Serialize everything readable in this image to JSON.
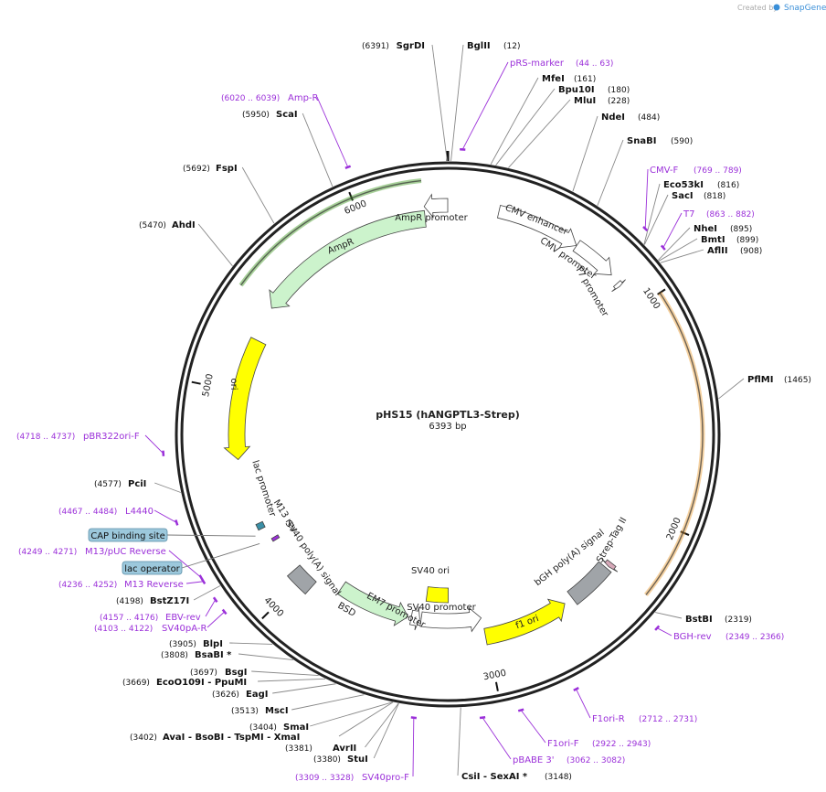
{
  "credit": {
    "prefix": "Created by",
    "brand": "SnapGene"
  },
  "plasmid": {
    "name": "pHS15 (hANGPTL3-Strep)",
    "size_label": "6393 bp",
    "length": 6393
  },
  "ticks": [
    {
      "pos": 1000,
      "label": "1000"
    },
    {
      "pos": 2000,
      "label": "2000"
    },
    {
      "pos": 3000,
      "label": "3000"
    },
    {
      "pos": 4000,
      "label": "4000"
    },
    {
      "pos": 5000,
      "label": "5000"
    },
    {
      "pos": 6000,
      "label": "6000"
    }
  ],
  "features": [
    {
      "name": "AmpR promoter",
      "start": 6288,
      "end": 6393,
      "color": "#ffffff",
      "direction": "reverse"
    },
    {
      "name": "AmpR",
      "start": 5427,
      "end": 6287,
      "color": "#ccf3cc",
      "direction": "reverse"
    },
    {
      "name": "ori",
      "start": 4673,
      "end": 5261,
      "color": "#ffff00",
      "direction": "reverse"
    },
    {
      "name": "CMV enhancer",
      "start": 230,
      "end": 609,
      "color": "#ffffff",
      "direction": "forward"
    },
    {
      "name": "CMV promoter",
      "start": 610,
      "end": 813,
      "color": "#ffffff",
      "direction": "forward"
    },
    {
      "name": "T7 promoter",
      "start": 858,
      "end": 876,
      "color": "#ffffff",
      "direction": "forward"
    },
    {
      "name": "Strep-Tag II",
      "start": 2275,
      "end": 2298,
      "color": "#d6a8b8",
      "direction": "forward"
    },
    {
      "name": "bGH poly(A) signal",
      "start": 2310,
      "end": 2534,
      "color": "#a0a4a8",
      "direction": "none"
    },
    {
      "name": "f1 ori",
      "start": 2580,
      "end": 3008,
      "color": "#ffff00",
      "direction": "reverse"
    },
    {
      "name": "SV40 promoter",
      "start": 3013,
      "end": 3342,
      "color": "#ffffff",
      "direction": "reverse"
    },
    {
      "name": "SV40 ori",
      "start": 3193,
      "end": 3328,
      "color": "#ffff00",
      "direction": "none"
    },
    {
      "name": "EM7 promoter",
      "start": 3350,
      "end": 3397,
      "color": "#ffffff",
      "direction": "reverse"
    },
    {
      "name": "BSD",
      "start": 3415,
      "end": 3813,
      "color": "#ccf3cc",
      "direction": "reverse"
    },
    {
      "name": "SV40 poly(A) signal",
      "start": 3938,
      "end": 4059,
      "color": "#a0a4a8",
      "direction": "none"
    },
    {
      "name": "M13 rev",
      "start": 4236,
      "end": 4252,
      "color": "#9b30d9",
      "direction": "none"
    },
    {
      "name": "lac promoter",
      "start": 4318,
      "end": 4348,
      "color": "#3a8fa6",
      "direction": "none"
    }
  ],
  "insert_arcs": [
    {
      "start": 5430,
      "end": 6287,
      "color": "#3d9a1e"
    },
    {
      "start": 1000,
      "end": 2290,
      "color": "#e89a2c"
    }
  ],
  "enzymes": [
    {
      "name": "SgrDI",
      "pos_label": "(6391)",
      "pos": 6391
    },
    {
      "name": "BglII",
      "pos_label": "(12)",
      "pos": 12
    },
    {
      "name": "MfeI",
      "pos_label": "(161)",
      "pos": 161
    },
    {
      "name": "Bpu10I",
      "pos_label": "(180)",
      "pos": 180
    },
    {
      "name": "MluI",
      "pos_label": "(228)",
      "pos": 228
    },
    {
      "name": "NdeI",
      "pos_label": "(484)",
      "pos": 484
    },
    {
      "name": "SnaBI",
      "pos_label": "(590)",
      "pos": 590
    },
    {
      "name": "Eco53kI",
      "pos_label": "(816)",
      "pos": 816
    },
    {
      "name": "SacI",
      "pos_label": "(818)",
      "pos": 818
    },
    {
      "name": "NheI",
      "pos_label": "(895)",
      "pos": 895
    },
    {
      "name": "BmtI",
      "pos_label": "(899)",
      "pos": 899
    },
    {
      "name": "AflII",
      "pos_label": "(908)",
      "pos": 908
    },
    {
      "name": "PflMI",
      "pos_label": "(1465)",
      "pos": 1465
    },
    {
      "name": "BstBI",
      "pos_label": "(2319)",
      "pos": 2319
    },
    {
      "name": "CsiI - SexAI *",
      "pos_label": "(3148)",
      "pos": 3148
    },
    {
      "name": "StuI",
      "pos_label": "(3380)",
      "pos": 3380
    },
    {
      "name": "AvrII",
      "pos_label": "(3381)",
      "pos": 3381
    },
    {
      "name": "AvaI  - BsoBI  - TspMI  - XmaI",
      "pos_label": "(3402)",
      "pos": 3402
    },
    {
      "name": "SmaI",
      "pos_label": "(3404)",
      "pos": 3404
    },
    {
      "name": "MscI",
      "pos_label": "(3513)",
      "pos": 3513
    },
    {
      "name": "EagI",
      "pos_label": "(3626)",
      "pos": 3626
    },
    {
      "name": "EcoO109I  - PpuMI",
      "pos_label": "(3669)",
      "pos": 3669
    },
    {
      "name": "BsgI",
      "pos_label": "(3697)",
      "pos": 3697
    },
    {
      "name": "BsaBI *",
      "pos_label": "(3808)",
      "pos": 3808
    },
    {
      "name": "BlpI",
      "pos_label": "(3905)",
      "pos": 3905
    },
    {
      "name": "BstZ17I",
      "pos_label": "(4198)",
      "pos": 4198
    },
    {
      "name": "PciI",
      "pos_label": "(4577)",
      "pos": 4577
    },
    {
      "name": "AhdI",
      "pos_label": "(5470)",
      "pos": 5470
    },
    {
      "name": "FspI",
      "pos_label": "(5692)",
      "pos": 5692
    },
    {
      "name": "ScaI",
      "pos_label": "(5950)",
      "pos": 5950
    }
  ],
  "primers": [
    {
      "name": "pRS-marker",
      "pos_label": "(44 .. 63)",
      "pos": 53
    },
    {
      "name": "CMV-F",
      "pos_label": "(769 .. 789)",
      "pos": 779
    },
    {
      "name": "T7",
      "pos_label": "(863 .. 882)",
      "pos": 872
    },
    {
      "name": "BGH-rev",
      "pos_label": "(2349 .. 2366)",
      "pos": 2357
    },
    {
      "name": "F1ori-R",
      "pos_label": "(2712 .. 2731)",
      "pos": 2721
    },
    {
      "name": "F1ori-F",
      "pos_label": "(2922 .. 2943)",
      "pos": 2932
    },
    {
      "name": "pBABE 3'",
      "pos_label": "(3062 .. 3082)",
      "pos": 3072
    },
    {
      "name": "SV40pro-F",
      "pos_label": "(3309 .. 3328)",
      "pos": 3318
    },
    {
      "name": "SV40pA-R",
      "pos_label": "(4103 .. 4122)",
      "pos": 4112
    },
    {
      "name": "EBV-rev",
      "pos_label": "(4157 .. 4176)",
      "pos": 4166
    },
    {
      "name": "M13 Reverse",
      "pos_label": "(4236 .. 4252)",
      "pos": 4244
    },
    {
      "name": "M13/pUC Reverse",
      "pos_label": "(4249 .. 4271)",
      "pos": 4260
    },
    {
      "name": "L4440",
      "pos_label": "(4467 .. 4484)",
      "pos": 4475
    },
    {
      "name": "pBR322ori-F",
      "pos_label": "(4718 .. 4737)",
      "pos": 4727
    },
    {
      "name": "Amp-R",
      "pos_label": "(6020 .. 6039)",
      "pos": 6029
    }
  ],
  "regulatory": [
    {
      "name": "CAP binding site",
      "pos": 4300
    },
    {
      "name": "lac operator",
      "pos": 4260
    }
  ]
}
